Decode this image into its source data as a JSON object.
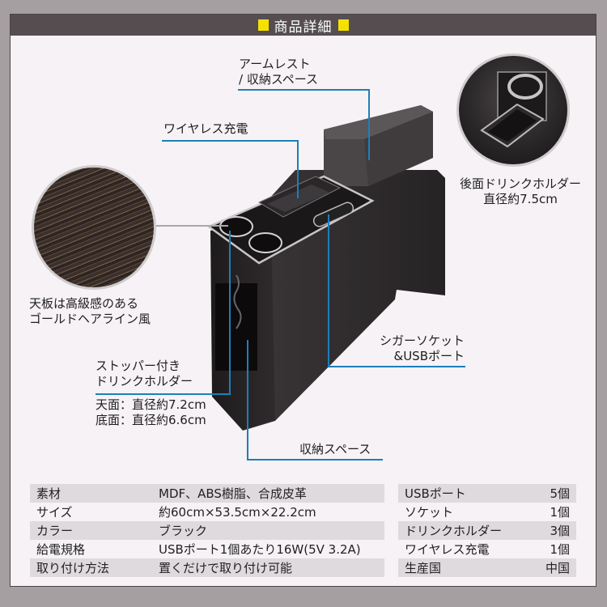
{
  "header": {
    "title": "商品詳細",
    "accent_color": "#f5e100",
    "bar_color": "#554d50"
  },
  "callouts": {
    "armrest": [
      "アームレスト",
      "/ 収納スペース"
    ],
    "wireless": "ワイヤレス充電",
    "rear_holder": [
      "後面ドリンクホルダー",
      "直径約7.5cm"
    ],
    "top_panel": [
      "天板は高級感のある",
      "ゴールドヘアライン風"
    ],
    "cigar_usb": [
      "シガーソケット",
      "&USBポート"
    ],
    "stopper_holder": [
      "ストッパー付き",
      "ドリンクホルダー"
    ],
    "holder_dims": [
      "天面：直径約7.2cm",
      "底面：直径約6.6cm"
    ],
    "storage": "収納スペース",
    "line_color": "#1d7fba"
  },
  "spec_left": [
    {
      "label": "素材",
      "value": "MDF、ABS樹脂、合成皮革"
    },
    {
      "label": "サイズ",
      "value": "約60cm×53.5cm×22.2cm"
    },
    {
      "label": "カラー",
      "value": "ブラック"
    },
    {
      "label": "給電規格",
      "value": "USBポート1個あたり16W(5V 3.2A)"
    },
    {
      "label": "取り付け方法",
      "value": "置くだけで取り付け可能"
    }
  ],
  "spec_right": [
    {
      "label": "USBポート",
      "value": "5個"
    },
    {
      "label": "ソケット",
      "value": "1個"
    },
    {
      "label": "ドリンクホルダー",
      "value": "3個"
    },
    {
      "label": "ワイヤレス充電",
      "value": "1個"
    },
    {
      "label": "生産国",
      "value": "中国"
    }
  ]
}
